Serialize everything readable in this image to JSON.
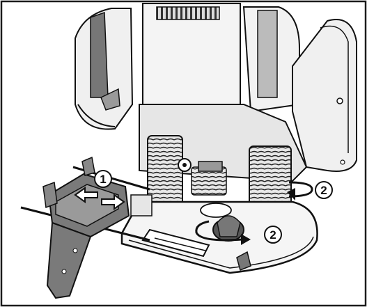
{
  "callouts": {
    "one": "1",
    "two_right": "2",
    "two_center": "2"
  },
  "colors": {
    "frame": "#1a1a1a",
    "body_light": "#f2f2f2",
    "body_mid": "#bdbdbd",
    "body_dark": "#6e6e6e",
    "guide_dark": "#7a7a7a",
    "arrow_fill": "#ffffff"
  }
}
